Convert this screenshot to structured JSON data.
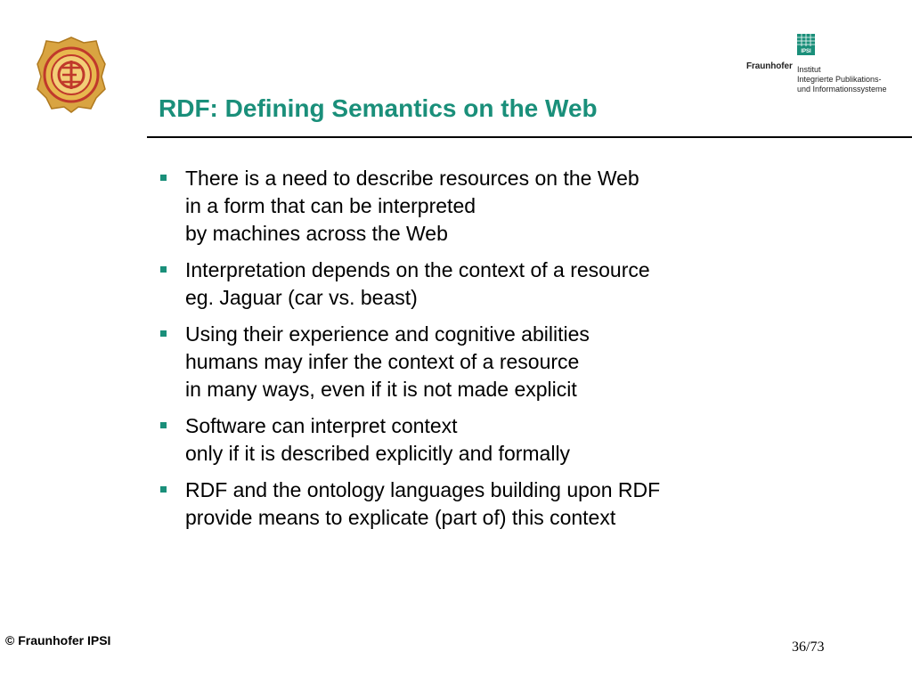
{
  "slide": {
    "title": "RDF: Defining Semantics on the Web",
    "bullets": [
      {
        "lines": [
          "There is a need to describe resources on the Web",
          "in a form that can be interpreted",
          "by machines across the Web"
        ]
      },
      {
        "lines": [
          "Interpretation depends on the context of a resource",
          "eg. Jaguar (car vs. beast)"
        ]
      },
      {
        "lines": [
          "Using their experience and cognitive abilities",
          "humans may infer the context of a resource",
          "in many ways, even if it is not made explicit"
        ]
      },
      {
        "lines": [
          "Software can interpret context",
          "only if it is described explicitly and formally"
        ]
      },
      {
        "lines": [
          "RDF and the ontology languages building upon RDF",
          "provide means to explicate (part of) this context"
        ]
      }
    ]
  },
  "logo_right": {
    "mark_text": "IPSI",
    "wordmark": "Fraunhofer",
    "lines": [
      "Institut",
      "Integrierte Publikations-",
      "und Informationssysteme"
    ]
  },
  "footer": {
    "copyright": "© Fraunhofer IPSI",
    "page": "36/73"
  },
  "colors": {
    "accent": "#1a8f7a",
    "seal_gold": "#d9a441",
    "seal_red": "#c0392b"
  },
  "icons": {
    "left_logo": "university-seal-icon",
    "bullet": "square-bullet-icon"
  }
}
